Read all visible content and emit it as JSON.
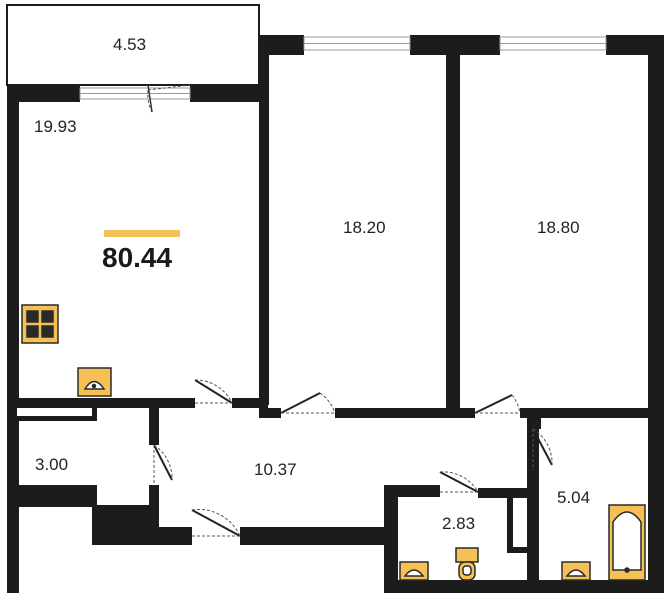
{
  "total_area": "80.44",
  "rooms": {
    "balcony": "4.53",
    "living_kitchen": "19.93",
    "bedroom_1": "18.20",
    "bedroom_2": "18.80",
    "storage": "3.00",
    "hallway": "10.37",
    "wc": "2.83",
    "bathroom": "5.04"
  },
  "fixtures": [
    "stove-icon",
    "kitchen-sink-icon",
    "washbasin-icon",
    "toilet-icon",
    "bathtub-icon"
  ],
  "colors": {
    "wall": "#1c1c1c",
    "accent": "#f2c35a",
    "fixture_fill": "#f5c056",
    "fixture_stroke": "#2a2a2a",
    "window": "#9a9a9a",
    "door": "#555555"
  }
}
